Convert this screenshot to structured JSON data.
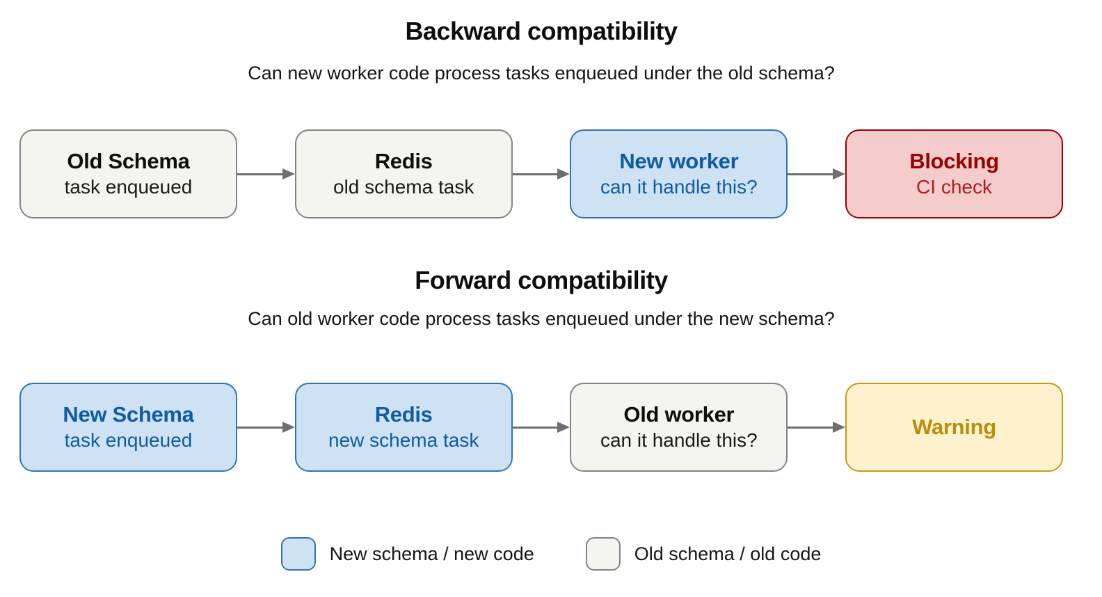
{
  "colors": {
    "heading": "#0e0e0e",
    "body_text": "#141414",
    "blue_fill": "#cfe2f3",
    "blue_border": "#2e75b6",
    "blue_text": "#0f5ba4",
    "old_fill": "#f4f4f1",
    "old_border": "#848484",
    "red_fill": "#f4cccc",
    "red_border": "#9b0000",
    "red_text": "#9b0000",
    "red_subtext": "#ac1f1f",
    "yellow_fill": "#fdf2cd",
    "yellow_border": "#c79a10",
    "yellow_text": "#b8900c",
    "arrow": "#6f6f6f"
  },
  "sections": [
    {
      "title": "Backward compatibility",
      "subtitle": "Can new worker code process tasks enqueued under the old schema?",
      "nodes": [
        {
          "title": "Old Schema",
          "subtitle": "task enqueued",
          "style": "old"
        },
        {
          "title": "Redis",
          "subtitle": "old schema task",
          "style": "old"
        },
        {
          "title": "New worker",
          "subtitle": "can it handle this?",
          "style": "new"
        },
        {
          "title": "Blocking",
          "subtitle": "CI check",
          "style": "blocking"
        }
      ]
    },
    {
      "title": "Forward compatibility",
      "subtitle": "Can old worker code process tasks enqueued under the new schema?",
      "nodes": [
        {
          "title": "New Schema",
          "subtitle": "task enqueued",
          "style": "new"
        },
        {
          "title": "Redis",
          "subtitle": "new schema task",
          "style": "new"
        },
        {
          "title": "Old worker",
          "subtitle": "can it handle this?",
          "style": "old"
        },
        {
          "title": "Warning",
          "subtitle": "",
          "style": "warning"
        }
      ]
    }
  ],
  "legend": [
    {
      "label": "New schema / new code",
      "style": "new"
    },
    {
      "label": "Old schema / old code",
      "style": "old"
    }
  ]
}
